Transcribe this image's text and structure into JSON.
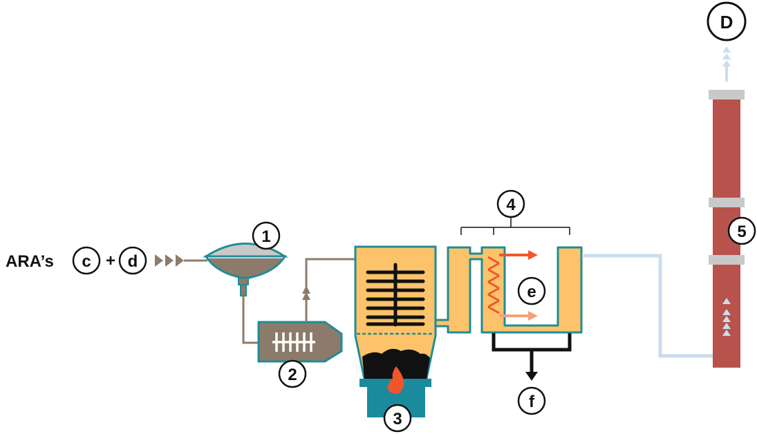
{
  "source_label": "ARA’s",
  "plus_sign": "+",
  "markers": {
    "c": "c",
    "d": "d",
    "one": "1",
    "two": "2",
    "three": "3",
    "four": "4",
    "five": "5",
    "e": "e",
    "f": "f",
    "big_d": "D"
  },
  "colors": {
    "ink": "#111111",
    "sludge_brown": "#8c7b6b",
    "silo_grey": "#c9c9c9",
    "teal_outline": "#1f8c96",
    "furnace_orange": "#fcc36a",
    "firebox_teal": "#1b8a9c",
    "flame": "#f0562a",
    "heat_arrow_hot": "#f0562a",
    "heat_arrow_warm": "#f4a07c",
    "chimney_red": "#b8524c",
    "chimney_band": "#c9c9c9",
    "exhaust_blue": "#c9ddef"
  },
  "icons": {
    "feed_arrows": "triangle-arrows-icon",
    "flame": "flame-icon",
    "exhaust_arrows": "upward-arrows-icon"
  }
}
